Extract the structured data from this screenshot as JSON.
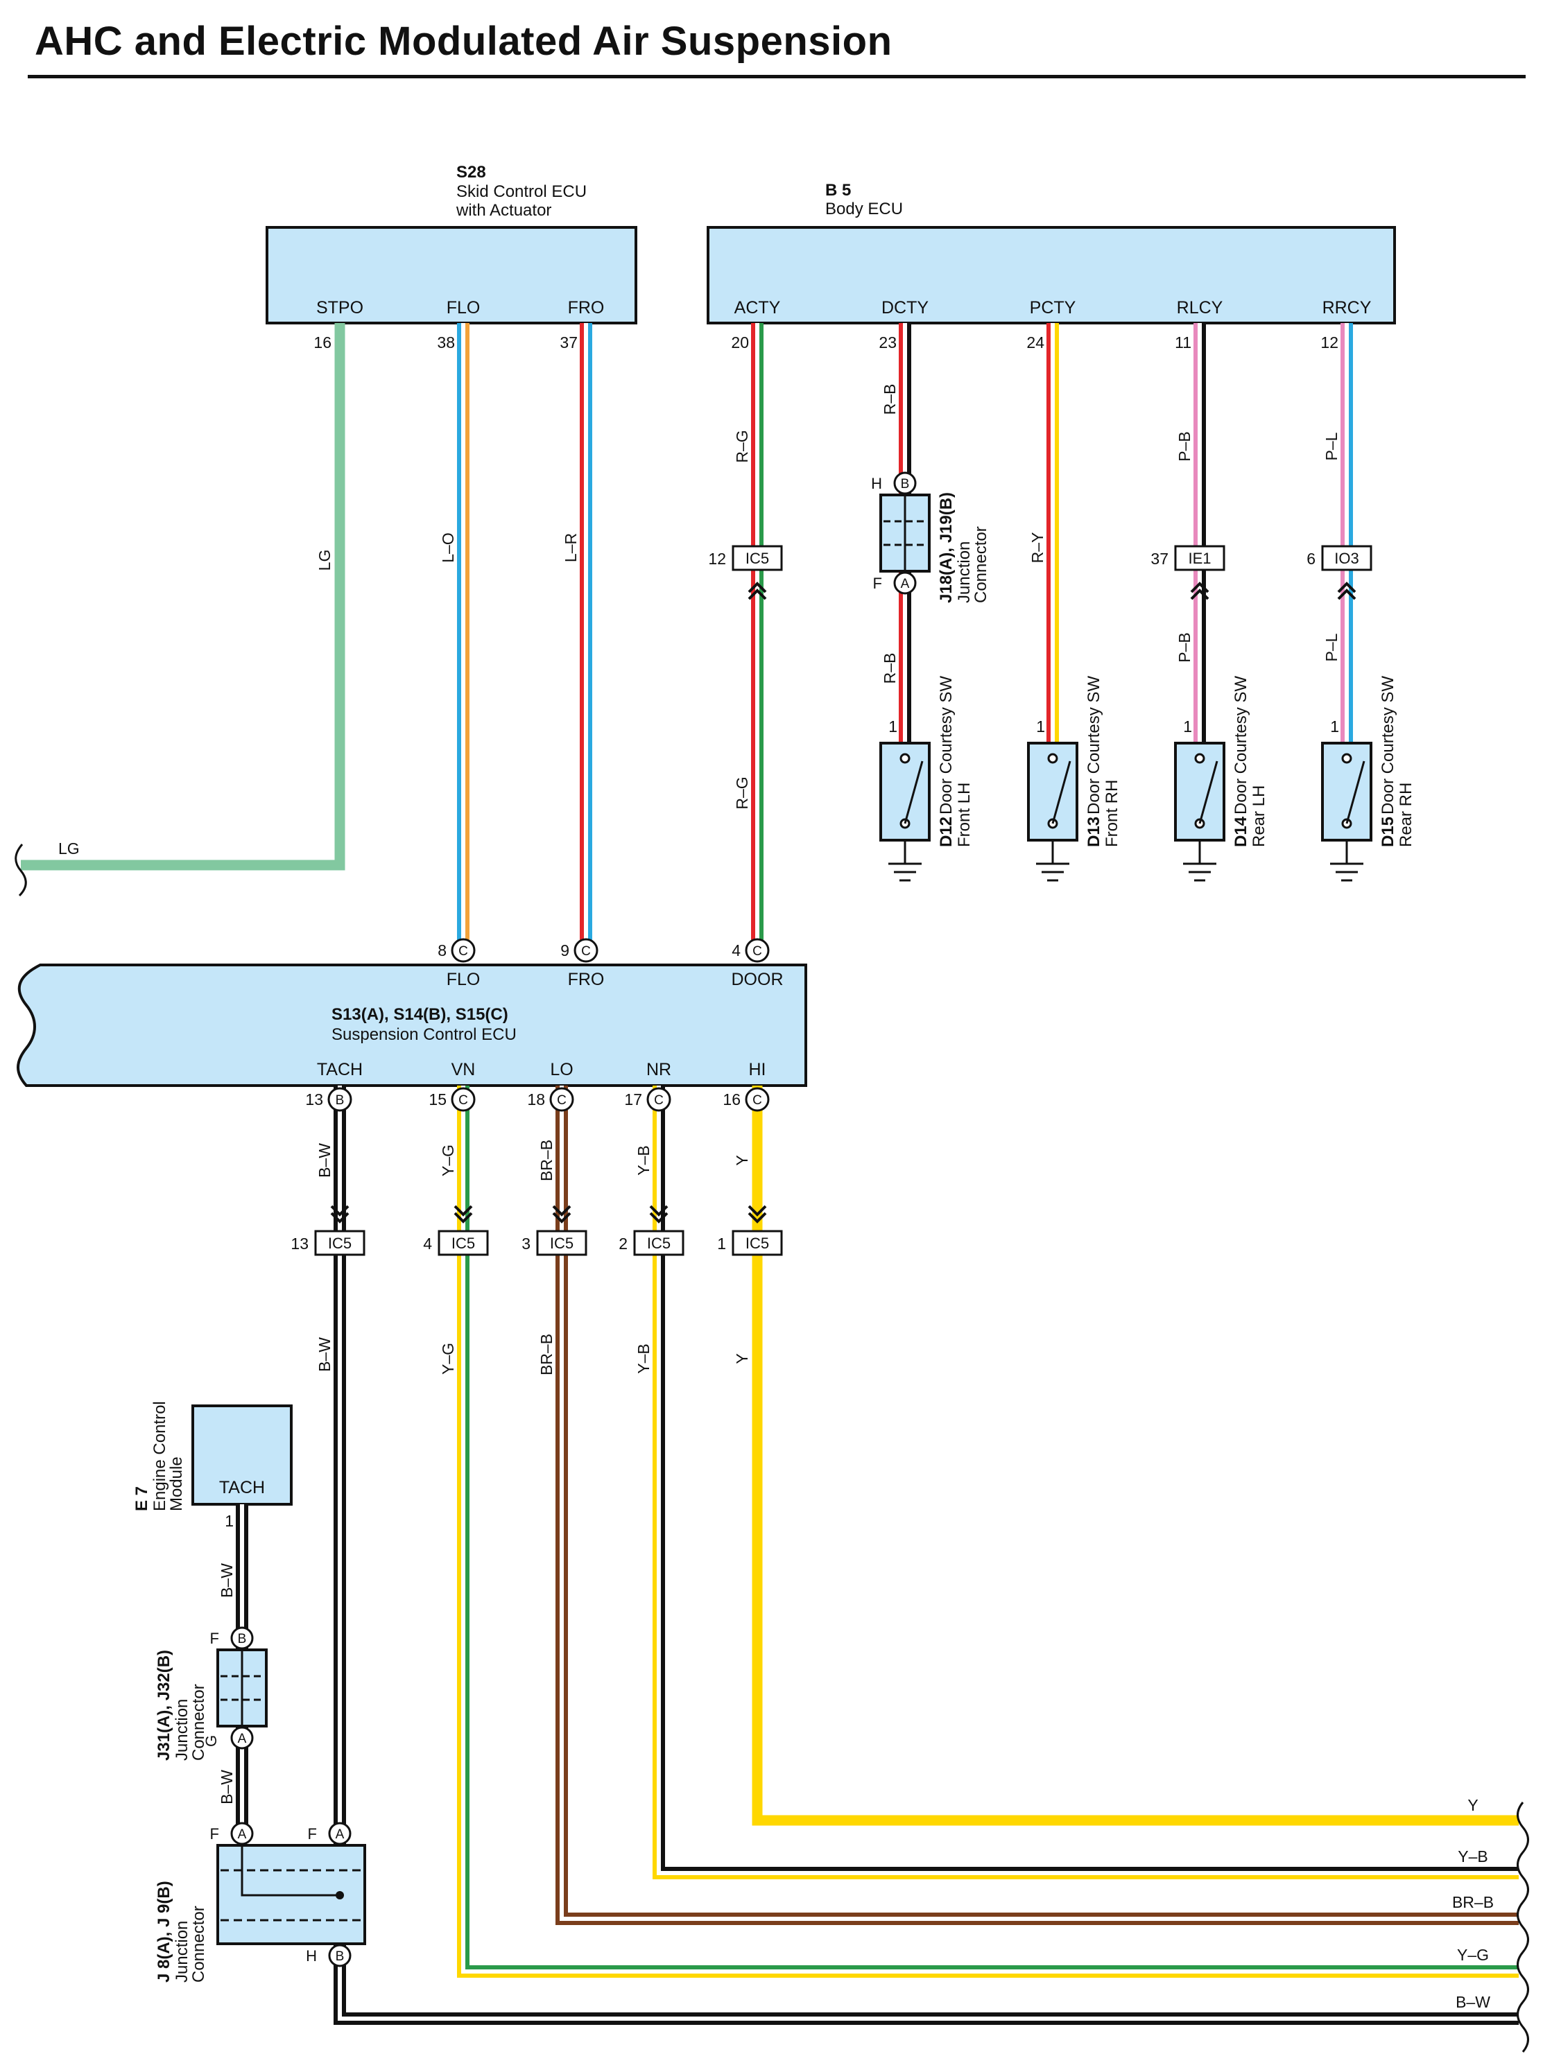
{
  "title": "AHC and Electric Modulated Air Suspension",
  "colors": {
    "box_fill": "#c5e6f9",
    "LG": "#82c8a0",
    "L": "#2aa9e0",
    "O": "#f3a33a",
    "R": "#e3262a",
    "G": "#2a9a4a",
    "B": "#111111",
    "W": "#ffffff",
    "Y": "#ffd700",
    "P": "#e889bd",
    "BR": "#7a3e1c"
  },
  "components": {
    "s28": {
      "id": "S28",
      "name1": "Skid Control ECU",
      "name2": "with Actuator",
      "terminals": [
        {
          "name": "STPO",
          "pin": "16"
        },
        {
          "name": "FLO",
          "pin": "38"
        },
        {
          "name": "FRO",
          "pin": "37"
        }
      ]
    },
    "b5": {
      "id": "B 5",
      "name": "Body ECU",
      "terminals": [
        {
          "name": "ACTY",
          "pin": "20"
        },
        {
          "name": "DCTY",
          "pin": "23"
        },
        {
          "name": "PCTY",
          "pin": "24"
        },
        {
          "name": "RLCY",
          "pin": "11"
        },
        {
          "name": "RRCY",
          "pin": "12"
        }
      ]
    },
    "ecu": {
      "id": "S13(A), S14(B), S15(C)",
      "name": "Suspension Control ECU",
      "top_terminals": [
        {
          "name": "FLO",
          "pin": "8",
          "conn": "C"
        },
        {
          "name": "FRO",
          "pin": "9",
          "conn": "C"
        },
        {
          "name": "DOOR",
          "pin": "4",
          "conn": "C"
        }
      ],
      "bottom_terminals": [
        {
          "name": "TACH",
          "pin": "13",
          "conn": "B"
        },
        {
          "name": "VN",
          "pin": "15",
          "conn": "C"
        },
        {
          "name": "LO",
          "pin": "18",
          "conn": "C"
        },
        {
          "name": "NR",
          "pin": "17",
          "conn": "C"
        },
        {
          "name": "HI",
          "pin": "16",
          "conn": "C"
        }
      ]
    },
    "e7": {
      "id": "E 7",
      "name1": "Engine Control",
      "name2": "Module",
      "terminal": "TACH",
      "pin": "1"
    },
    "j18": {
      "id": "J18(A), J19(B)",
      "name1": "Junction",
      "name2": "Connector",
      "top_letter": "H",
      "top_conn": "B",
      "bottom_letter": "F",
      "bottom_conn": "A"
    },
    "j31": {
      "id": "J31(A), J32(B)",
      "name1": "Junction",
      "name2": "Connector",
      "top_letter": "F",
      "top_conn": "B",
      "bottom_letter": "G",
      "bottom_conn": "A"
    },
    "j8": {
      "id": "J 8(A), J 9(B)",
      "name1": "Junction",
      "name2": "Connector",
      "left_letter": "F",
      "left_conn": "A",
      "right_letter": "F",
      "right_conn": "A",
      "bottom_letter": "H",
      "bottom_conn": "B"
    },
    "switches": [
      {
        "id": "D12",
        "name": "Door Courtesy SW",
        "loc": "Front LH",
        "pin": "1"
      },
      {
        "id": "D13",
        "name": "Door Courtesy SW",
        "loc": "Front RH",
        "pin": "1"
      },
      {
        "id": "D14",
        "name": "Door Courtesy SW",
        "loc": "Rear LH",
        "pin": "1"
      },
      {
        "id": "D15",
        "name": "Door Courtesy SW",
        "loc": "Rear RH",
        "pin": "1"
      }
    ]
  },
  "wire_labels": {
    "stpo": "LG",
    "lg_exit": "LG",
    "flo": "L–O",
    "fro": "L–R",
    "acty_top": "R–G",
    "acty_bottom": "R–G",
    "dcty_top": "R–B",
    "dcty_bottom": "R–B",
    "pcty": "R–Y",
    "rlcy_top": "P–B",
    "rlcy_bottom": "P–B",
    "rrcy_top": "P–L",
    "rrcy_bottom": "P–L",
    "tach_top": "B–W",
    "tach_bottom": "B–W",
    "vn_top": "Y–G",
    "vn_bottom": "Y–G",
    "lo_top": "BR–B",
    "lo_bottom": "BR–B",
    "nr_top": "Y–B",
    "nr_bottom": "Y–B",
    "hi_top": "Y",
    "hi_bottom": "Y",
    "e7_top": "B–W",
    "e7_bottom": "B–W",
    "exit_y": "Y",
    "exit_yb": "Y–B",
    "exit_brb": "BR–B",
    "exit_yg": "Y–G",
    "exit_bw": "B–W"
  },
  "inline_connectors": [
    {
      "key": "acty",
      "name": "IC5",
      "pin": "12"
    },
    {
      "key": "rlcy",
      "name": "IE1",
      "pin": "37"
    },
    {
      "key": "rrcy",
      "name": "IO3",
      "pin": "6"
    },
    {
      "key": "tach",
      "name": "IC5",
      "pin": "13"
    },
    {
      "key": "vn",
      "name": "IC5",
      "pin": "4"
    },
    {
      "key": "lo",
      "name": "IC5",
      "pin": "3"
    },
    {
      "key": "nr",
      "name": "IC5",
      "pin": "2"
    },
    {
      "key": "hi",
      "name": "IC5",
      "pin": "1"
    }
  ]
}
